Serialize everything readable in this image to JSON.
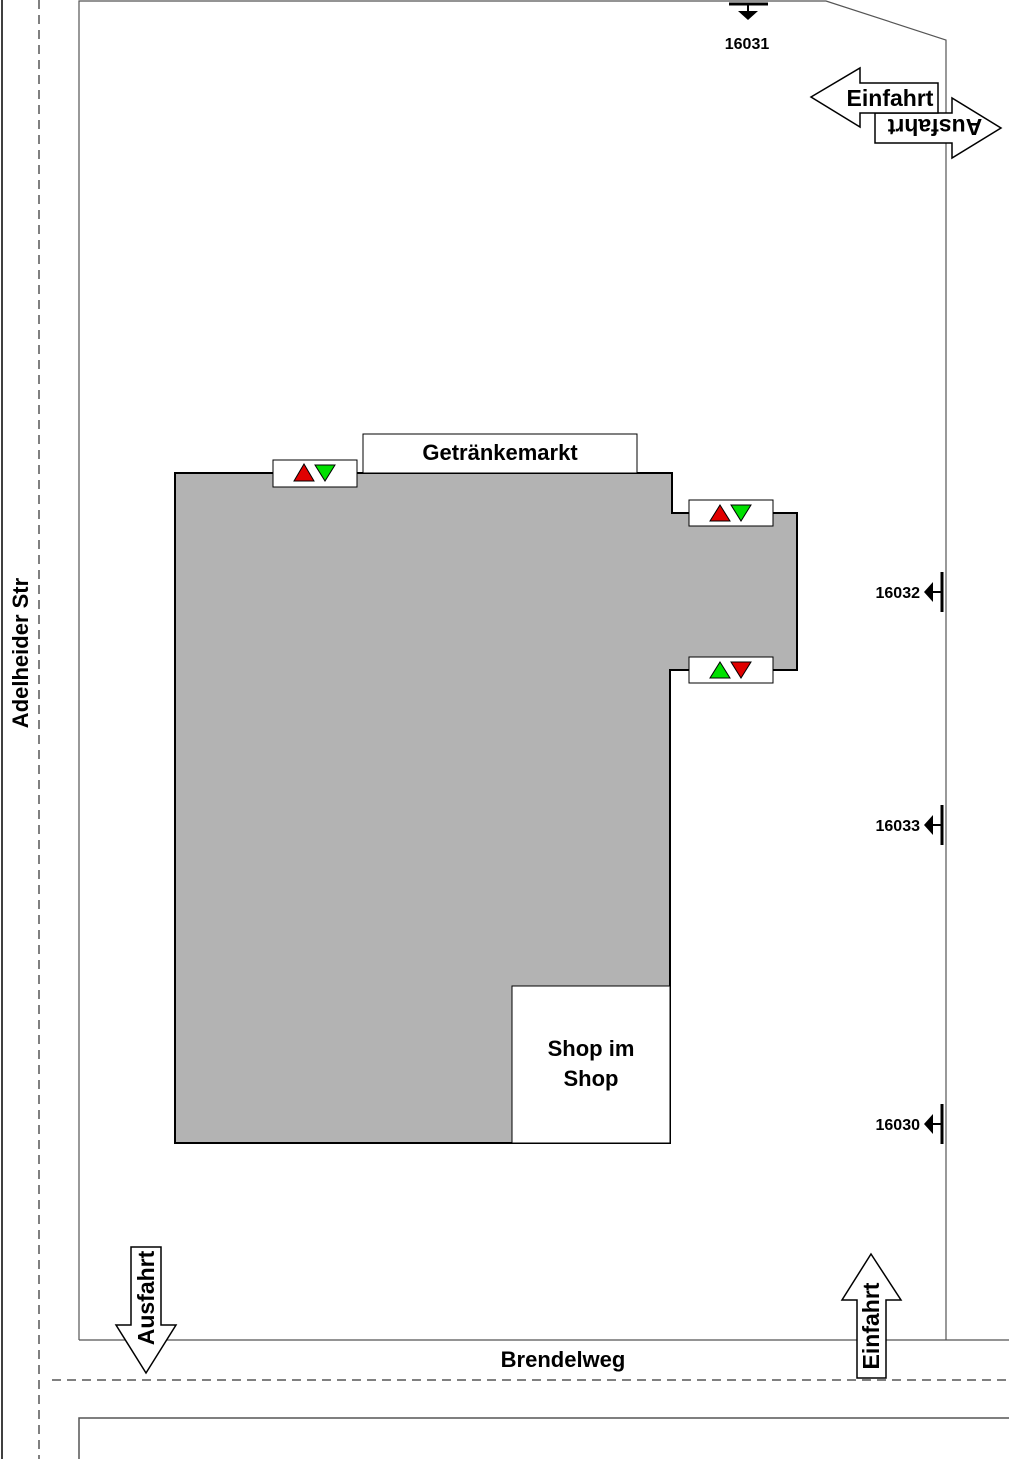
{
  "streets": {
    "left": "Adelheider Str",
    "bottom": "Brendelweg"
  },
  "building": {
    "sign": "Getränkemarkt",
    "shop_line1": "Shop im",
    "shop_line2": "Shop",
    "fill_color": "#b3b3b3"
  },
  "cameras": [
    {
      "id": "16031"
    },
    {
      "id": "16032"
    },
    {
      "id": "16033"
    },
    {
      "id": "16030"
    }
  ],
  "arrows": {
    "top_entry": "Einfahrt",
    "top_exit": "Ausfahrt",
    "bottom_exit": "Ausfahrt",
    "bottom_entry": "Einfahrt"
  },
  "colors": {
    "up_red": "#e00000",
    "down_green": "#00e000"
  }
}
